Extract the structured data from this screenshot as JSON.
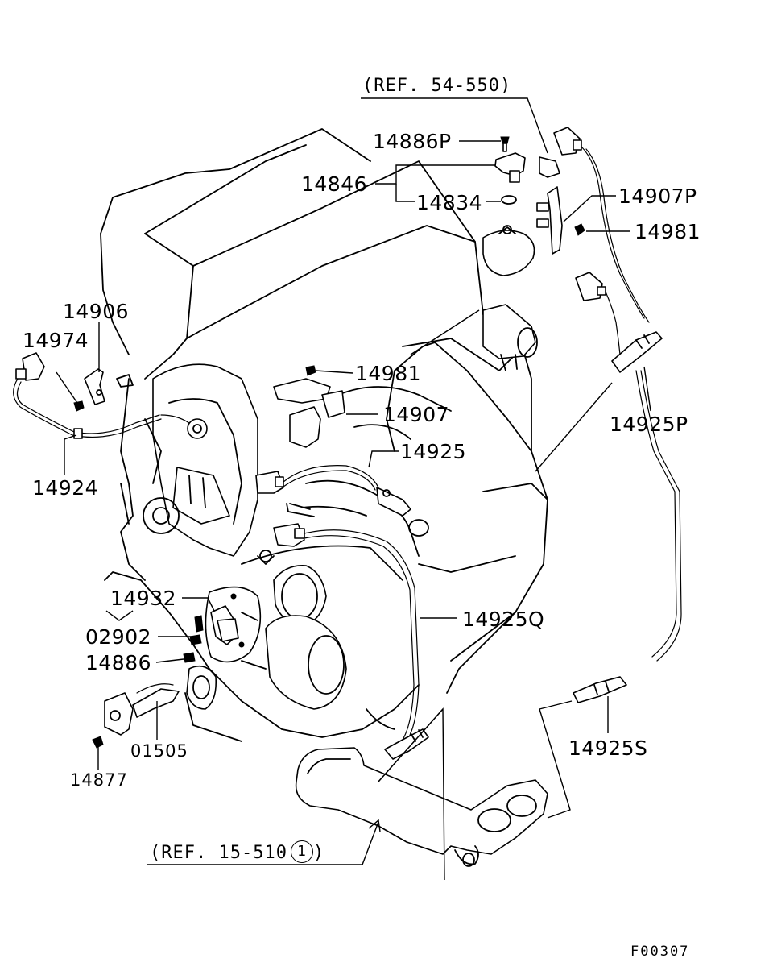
{
  "labels": {
    "ref_54_550": "(REF. 54-550)",
    "p14886P": "14886P",
    "p14846": "14846",
    "p14834": "14834",
    "p14907P": "14907P",
    "p14981_top": "14981",
    "p14906": "14906",
    "p14974": "14974",
    "p14981_mid": "14981",
    "p14907": "14907",
    "p14925P": "14925P",
    "p14924": "14924",
    "p14925": "14925",
    "p14932": "14932",
    "p14925Q": "14925Q",
    "p02902": "02902",
    "p14886": "14886",
    "p01505": "01505",
    "p14925S": "14925S",
    "p14877": "14877",
    "ref_15_510": "(REF. 15-510",
    "ref_15_510_circle": "1",
    "figure_code": "F00307"
  }
}
